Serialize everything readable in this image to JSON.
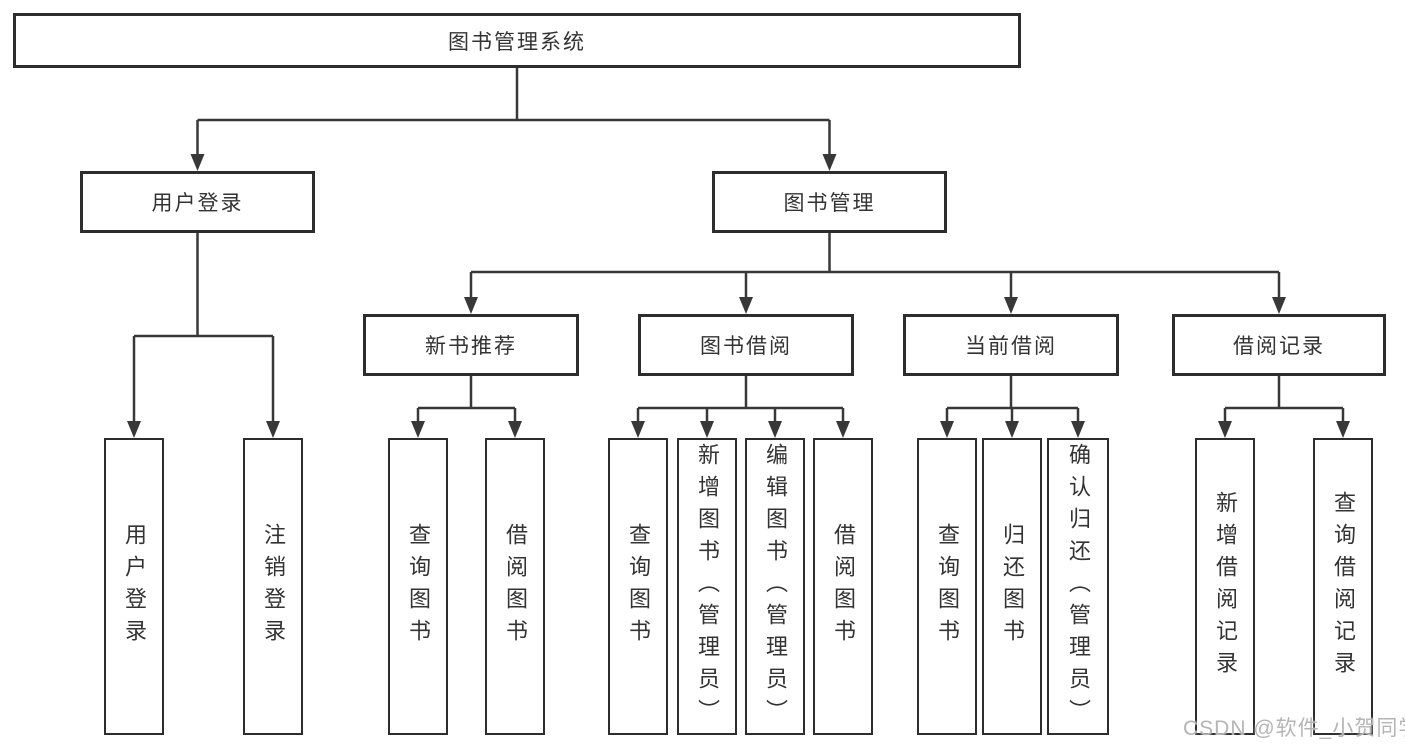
{
  "tree": {
    "root": {
      "label": "图书管理系统"
    },
    "branches": [
      {
        "label": "用户登录",
        "children": [
          {
            "label": "用户登录"
          },
          {
            "label": "注销登录"
          }
        ]
      },
      {
        "label": "图书管理",
        "children": [
          {
            "label": "新书推荐",
            "children": [
              {
                "label": "查询图书"
              },
              {
                "label": "借阅图书"
              }
            ]
          },
          {
            "label": "图书借阅",
            "children": [
              {
                "label": "查询图书"
              },
              {
                "label": "新增图书（管理员）"
              },
              {
                "label": "编辑图书（管理员）"
              },
              {
                "label": "借阅图书"
              }
            ]
          },
          {
            "label": "当前借阅",
            "children": [
              {
                "label": "查询图书"
              },
              {
                "label": "归还图书"
              },
              {
                "label": "确认归还（管理员）"
              }
            ]
          },
          {
            "label": "借阅记录",
            "children": [
              {
                "label": "新增借阅记录"
              },
              {
                "label": "查询借阅记录"
              }
            ]
          }
        ]
      }
    ]
  },
  "watermark": {
    "text": "CSDN @软件_小贺同学",
    "color": "#b5b5b5"
  },
  "colors": {
    "background": "#ffffff",
    "box_fill": "#ffffff",
    "box_border": "#2d2d2d",
    "line": "#383838",
    "text": "#333333",
    "watermark": "#b5b5b5"
  }
}
